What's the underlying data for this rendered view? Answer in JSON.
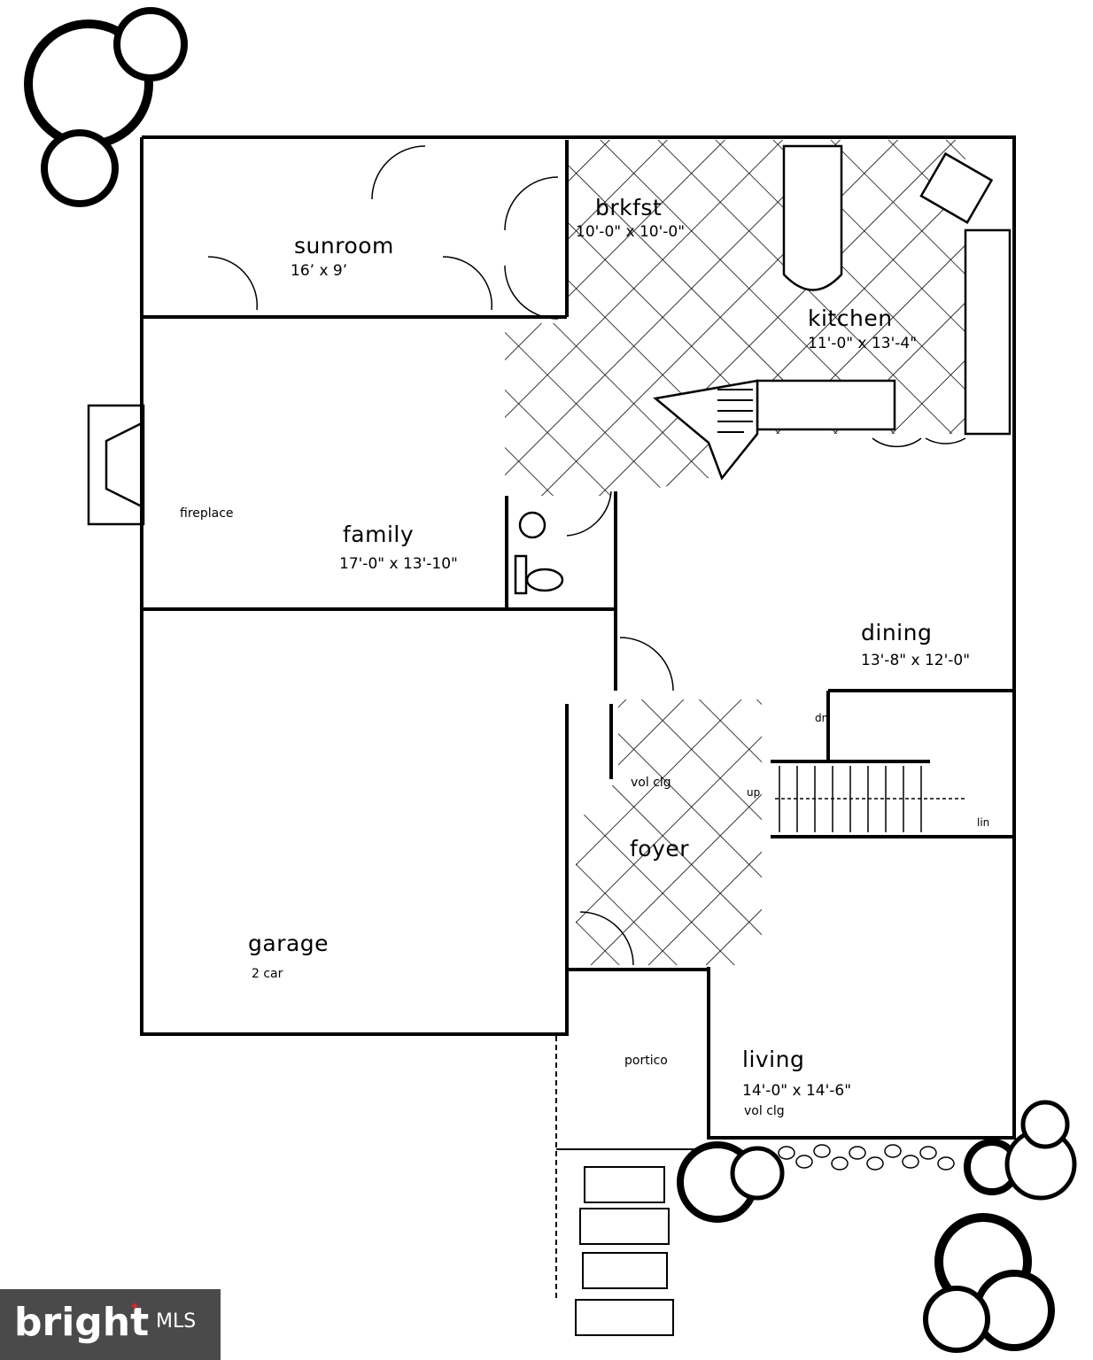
{
  "rooms": {
    "sunroom": {
      "name": "sunroom",
      "dims": "16’ x 9’"
    },
    "brkfst": {
      "name": "brkfst",
      "dims": "10'-0\" x 10'-0\""
    },
    "kitchen": {
      "name": "kitchen",
      "dims": "11'-0\" x 13'-4\""
    },
    "family": {
      "name": "family",
      "dims": "17'-0\" x 13'-10\""
    },
    "dining": {
      "name": "dining",
      "dims": "13'-8\" x 12'-0\""
    },
    "foyer": {
      "name": "foyer"
    },
    "garage": {
      "name": "garage",
      "note": "2 car"
    },
    "living": {
      "name": "living",
      "dims": "14'-0\" x 14'-6\"",
      "note": "vol clg"
    },
    "portico": {
      "name": "portico"
    }
  },
  "notes": {
    "fireplace": "fireplace",
    "foyer_ceiling": "vol clg",
    "dn": "dn",
    "up": "up",
    "lin": "lin"
  },
  "watermark": {
    "brand": "bright",
    "suffix": "MLS",
    "accent": "#e3232b",
    "background": "#4a4a4a"
  }
}
